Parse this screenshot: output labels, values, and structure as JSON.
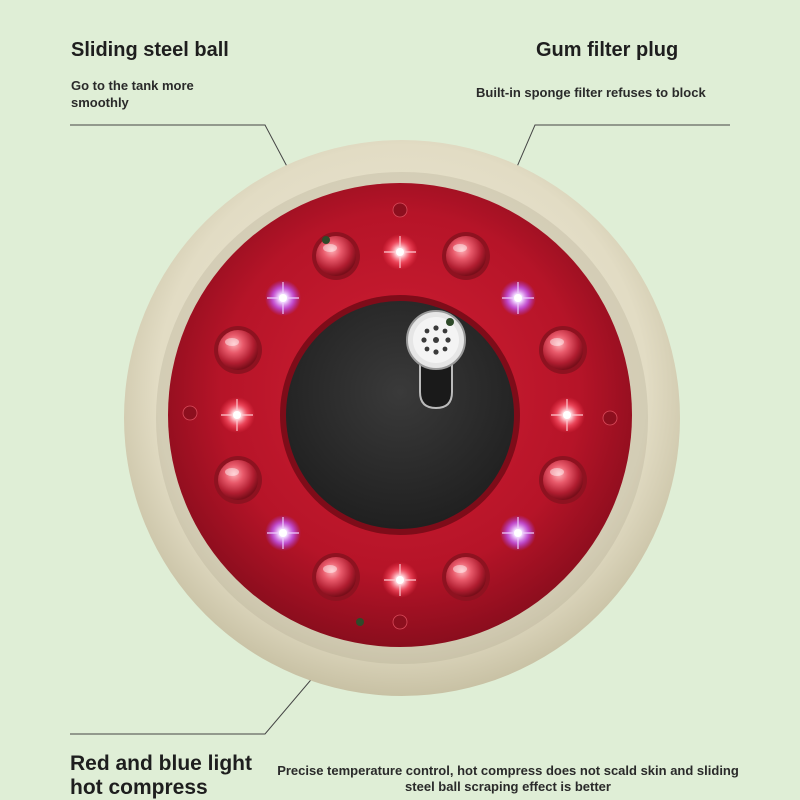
{
  "callouts": {
    "steel_ball": {
      "title": "Sliding steel ball",
      "description": "Go to the tank more smoothly"
    },
    "filter_plug": {
      "title": "Gum filter plug",
      "description": "Built-in sponge filter refuses to block"
    },
    "light": {
      "title": "Red and blue light hot compress",
      "description": "Precise temperature control, hot compress does not scald skin and sliding steel ball scraping effect is better"
    }
  },
  "colors": {
    "background": "#dfeed6",
    "rim": "#e1dcc5",
    "red_face": "#c0182e",
    "center_pad": "#2b2b2b",
    "red_light": "#ff6a7a",
    "blue_light": "#c85cff"
  },
  "icons": [
    "steel-ball-icon",
    "red-led-icon",
    "purple-led-icon",
    "filter-plug-icon"
  ]
}
